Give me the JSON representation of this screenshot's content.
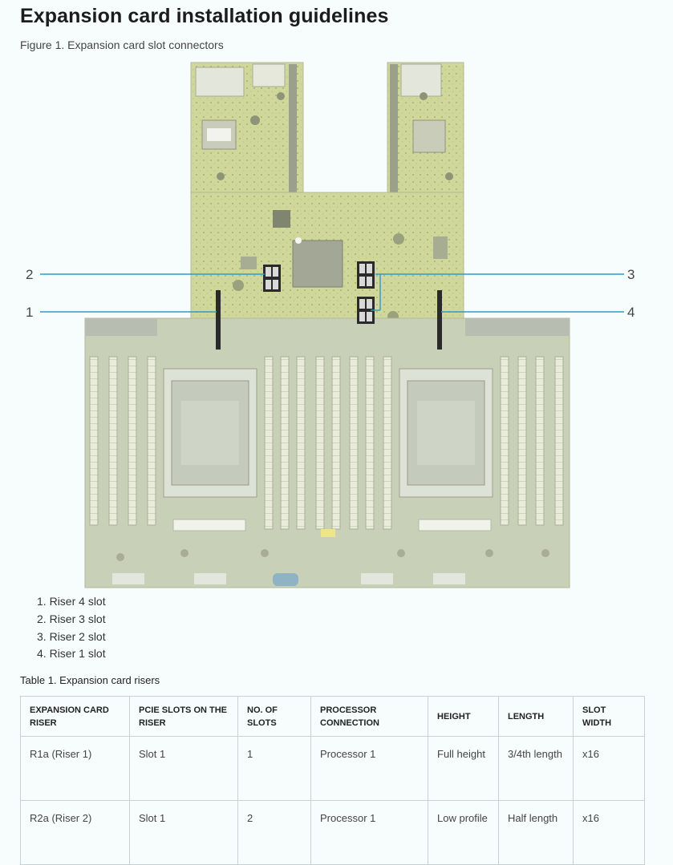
{
  "page": {
    "title": "Expansion card installation guidelines",
    "figure_caption": "Figure 1. Expansion card slot connectors"
  },
  "figure": {
    "callouts": [
      "1",
      "2",
      "3",
      "4"
    ],
    "line_color": "#2b9cc8"
  },
  "legend": [
    "Riser 4 slot",
    "Riser 3 slot",
    "Riser 2 slot",
    "Riser 1 slot"
  ],
  "table": {
    "caption": "Table 1. Expansion card risers",
    "headers": [
      "EXPANSION CARD RISER",
      "PCIE SLOTS ON THE RISER",
      "NO. OF SLOTS",
      "PROCESSOR CONNECTION",
      "HEIGHT",
      "LENGTH",
      "SLOT WIDTH"
    ],
    "rows": [
      [
        "R1a (Riser 1)",
        "Slot 1",
        "1",
        "Processor 1",
        "Full height",
        "3/4th length",
        "x16"
      ],
      [
        "R2a (Riser 2)",
        "Slot 1",
        "2",
        "Processor 1",
        "Low profile",
        "Half length",
        "x16"
      ]
    ]
  }
}
